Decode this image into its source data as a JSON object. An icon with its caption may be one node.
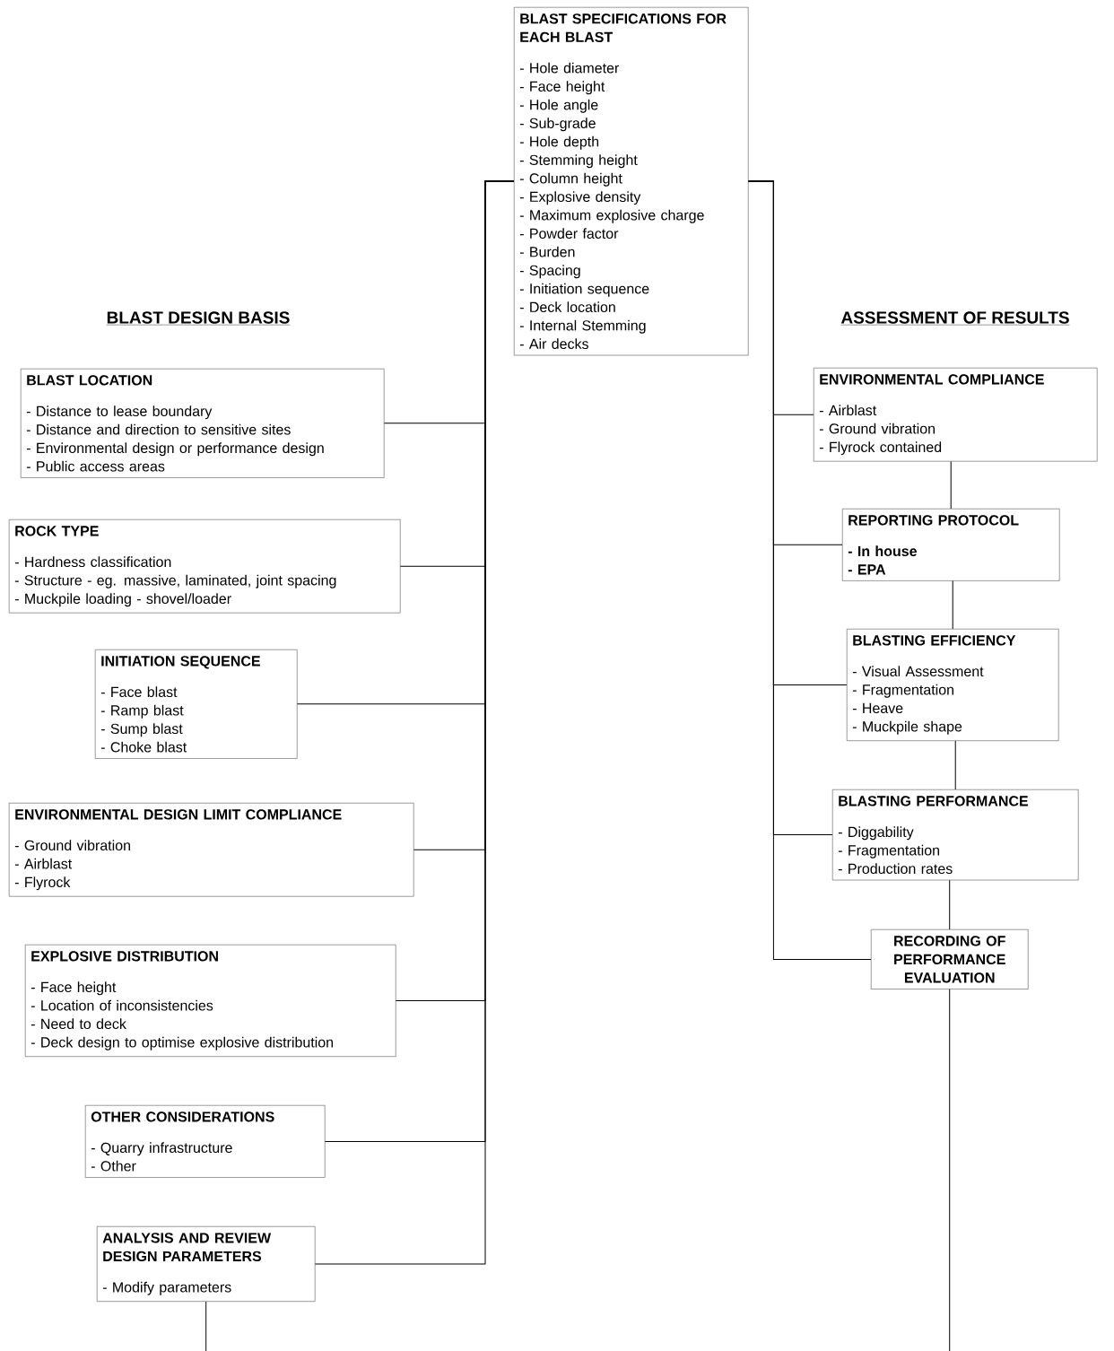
{
  "diagram": {
    "nodes": [
      {
        "text": [
          "BLAST SPECIFICATIONS FOR EACH BLAST",
          "- Hole diameter",
          "- Face height",
          "- Hole angle",
          "- Sub-grade",
          "- Hole depth",
          "- Stemming height",
          "- Column height",
          "- Explosive density",
          "- Maximum explosive charge",
          "- Powder factor",
          "- Burden",
          "- Spacing",
          "- Initiation sequence",
          "- Deck location",
          "- Internal Stemming",
          "- Air decks"
        ]
      },
      {
        "text": [
          "BLAST LOCATION",
          "- Distance to lease boundary",
          "- Distance and direction to sensitive sites",
          "- Environmental design or performance design",
          "- Public access areas"
        ]
      },
      {
        "text": [
          "ROCK TYPE",
          "- Hardness classification",
          "- Structure - eg. massive, laminated, joint spacing",
          "- Muckpile loading - shovel/loader"
        ]
      },
      {
        "text": [
          "INITIATION SEQUENCE",
          "- Face blast",
          "- Ramp blast",
          "- Sump blast",
          "- Choke blast"
        ]
      },
      {
        "text": [
          "ENVIRONMENTAL DESIGN LIMIT COMPLIANCE",
          "- Ground vibration",
          "- Airblast",
          "- Flyrock"
        ]
      },
      {
        "text": [
          "EXPLOSIVE DISTRIBUTION",
          "- Face height",
          "- Location of inconsistencies",
          "- Need to deck",
          "- Deck design to optimise explosive distribution"
        ]
      },
      {
        "text": [
          "OTHER CONSIDERATIONS",
          "- Quarry infrastructure",
          "- Other"
        ]
      },
      {
        "text": [
          "ANALYSIS AND REVIEW DESIGN PARAMETERS",
          "- Modify parameters"
        ]
      },
      {
        "text": [
          "ENVIRONMENTAL COMPLIANCE",
          "- Airblast",
          "- Ground vibration",
          "- Flyrock contained"
        ]
      },
      {
        "text": [
          "REPORTING PROTOCOL",
          "**- In house**",
          "**- EPA**"
        ]
      },
      {
        "text": [
          "BLASTING EFFICIENCY",
          "- Visual Assessment",
          "- Fragmentation",
          "- Heave",
          "- Muckpile shape"
        ]
      },
      {
        "text": [
          "BLASTING PERFORMANCE",
          "- Diggability",
          "- Fragmentation",
          "- Production rates"
        ]
      },
      {
        "text": [
          "RECORDING OF PERFORMANCE EVALUATION"
        ]
      }
    ],
    "edges": [
      {
        "from": 0,
        "to": 1,
        "arrow": "none"
      },
      {
        "from": 0,
        "to": 2,
        "arrow": "none"
      },
      {
        "from": 0,
        "to": 3,
        "arrow": "none"
      },
      {
        "from": 0,
        "to": 4,
        "arrow": "none"
      },
      {
        "from": 0,
        "to": 5,
        "arrow": "none"
      },
      {
        "from": 0,
        "to": 6,
        "arrow": "none"
      },
      {
        "from": 0,
        "to": 7,
        "arrow": "none"
      },
      {
        "from": 0,
        "to": 8,
        "arrow": "none"
      },
      {
        "from": 0,
        "to": 9,
        "arrow": "none"
      },
      {
        "from": 0,
        "to": 10,
        "arrow": "none"
      },
      {
        "from": 0,
        "to": 11,
        "arrow": "none"
      },
      {
        "from": 0,
        "to": 12,
        "arrow": "none"
      },
      {
        "from": 8,
        "to": 9,
        "arrow": "none"
      },
      {
        "from": 9,
        "to": 10,
        "arrow": "none"
      },
      {
        "from": 10,
        "to": 11,
        "arrow": "none"
      },
      {
        "from": 11,
        "to": 12,
        "arrow": "none"
      },
      {
        "from": 7,
        "to": null,
        "arrow": "none"
      },
      {
        "from": 12,
        "to": null,
        "arrow": "none"
      }
    ],
    "labels": [
      "BLAST DESIGN BASIS",
      "ASSESSMENT OF RESULTS"
    ]
  }
}
